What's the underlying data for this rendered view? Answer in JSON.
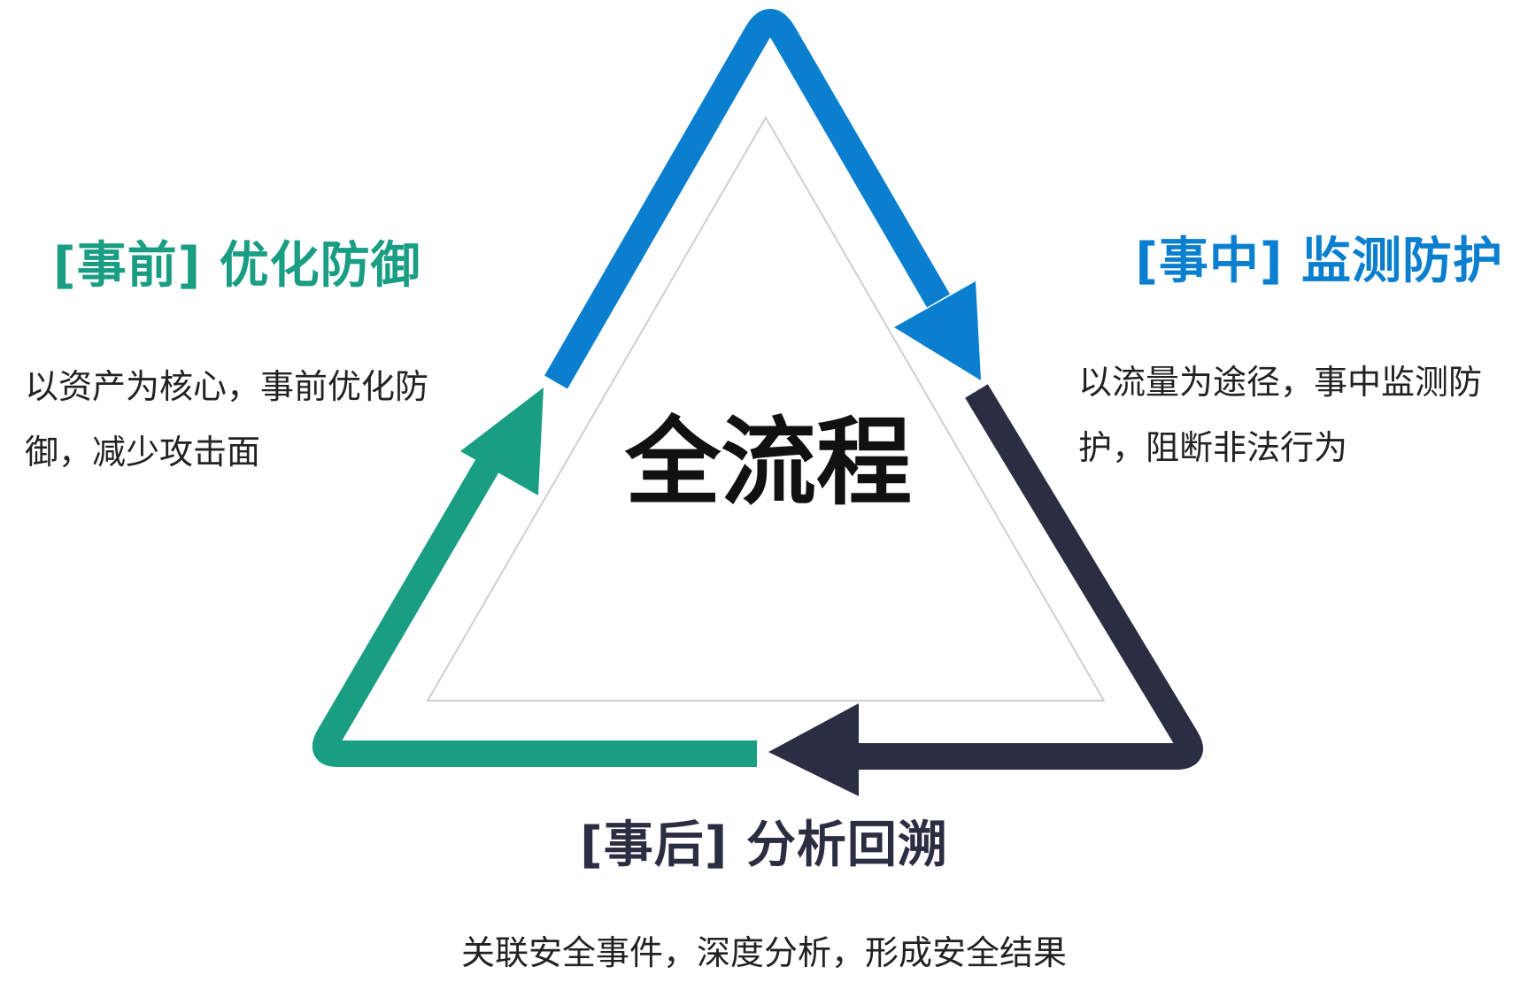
{
  "center": {
    "label": "全流程"
  },
  "stages": {
    "before": {
      "title": "[事前] 优化防御",
      "description": "以资产为核心，事前优化防御，减少攻击面",
      "color": "#1a9e83"
    },
    "during": {
      "title": "[事中] 监测防护",
      "description": "以流量为途径，事中监测防护，阻断非法行为",
      "color": "#0a7fcf"
    },
    "after": {
      "title": "[事后] 分析回溯",
      "description": "关联安全事件，深度分析，形成安全结果",
      "color": "#2b2d42"
    }
  },
  "colors": {
    "inner_triangle": "#cfcfcf",
    "description_text": "#222222",
    "center_text": "#111111"
  }
}
